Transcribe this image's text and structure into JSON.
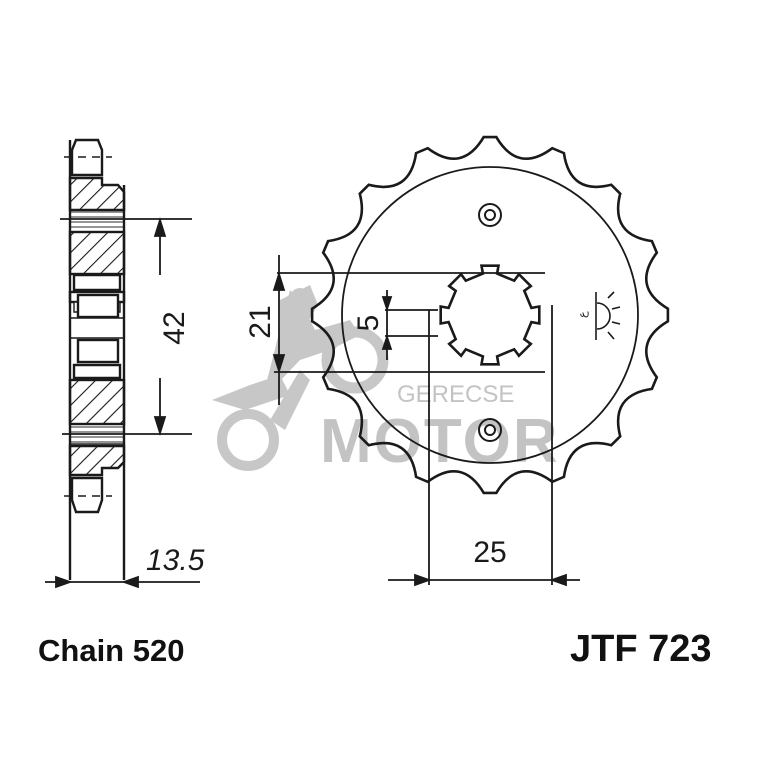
{
  "diagram": {
    "type": "technical-drawing",
    "subject": "front sprocket",
    "teeth_count": 16,
    "dimensions": {
      "width_side": "13.5",
      "bolt_spacing": "42",
      "spline_major": "21",
      "spline_key": "5",
      "spline_width": "25"
    },
    "labels": {
      "chain": "Chain 520",
      "part_number": "JTF 723"
    },
    "watermark": {
      "line1": "GERECSE",
      "line2": "MOTOR"
    },
    "colors": {
      "line": "#1a1a1a",
      "watermark": "#bdbdbd",
      "background": "#ffffff"
    }
  }
}
